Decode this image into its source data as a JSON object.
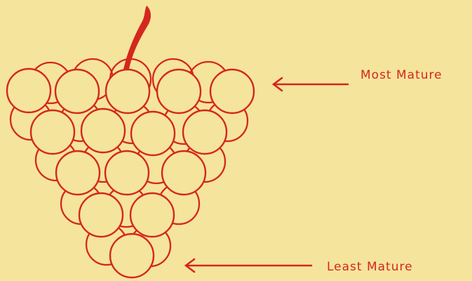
{
  "diagram": {
    "labels": {
      "most_mature": "Most Mature",
      "least_mature": "Least Mature"
    },
    "colors": {
      "background": "#f5e49c",
      "ink": "#d4271d"
    },
    "rows": [
      {
        "berries": 5,
        "maturity": "most"
      },
      {
        "berries": 4,
        "maturity": "intermediate"
      },
      {
        "berries": 3,
        "maturity": "intermediate"
      },
      {
        "berries": 2,
        "maturity": "intermediate"
      },
      {
        "berries": 1,
        "maturity": "least"
      }
    ]
  }
}
